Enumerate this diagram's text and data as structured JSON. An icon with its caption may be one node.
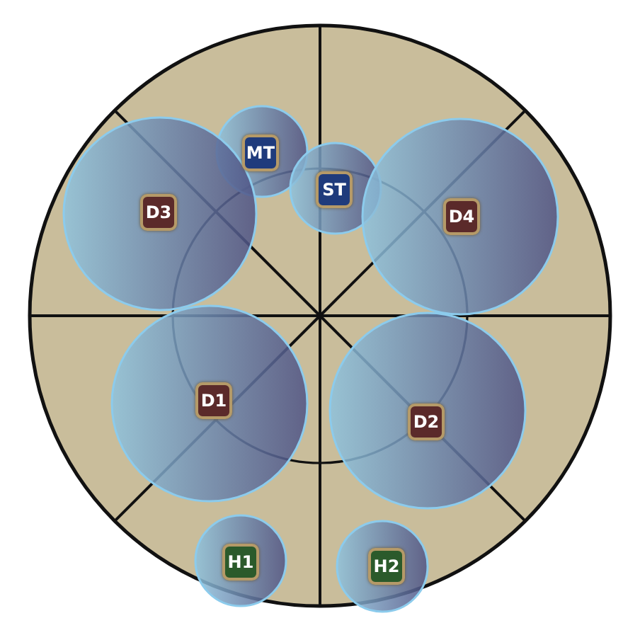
{
  "diagram": {
    "nodes": [
      {
        "text": [
          "MT"
        ]
      },
      {
        "text": [
          "ST"
        ]
      },
      {
        "text": [
          "D3"
        ]
      },
      {
        "text": [
          "D4"
        ]
      },
      {
        "text": [
          "D1"
        ]
      },
      {
        "text": [
          "D2"
        ]
      },
      {
        "text": [
          "H1"
        ]
      },
      {
        "text": [
          "H2"
        ]
      }
    ]
  }
}
